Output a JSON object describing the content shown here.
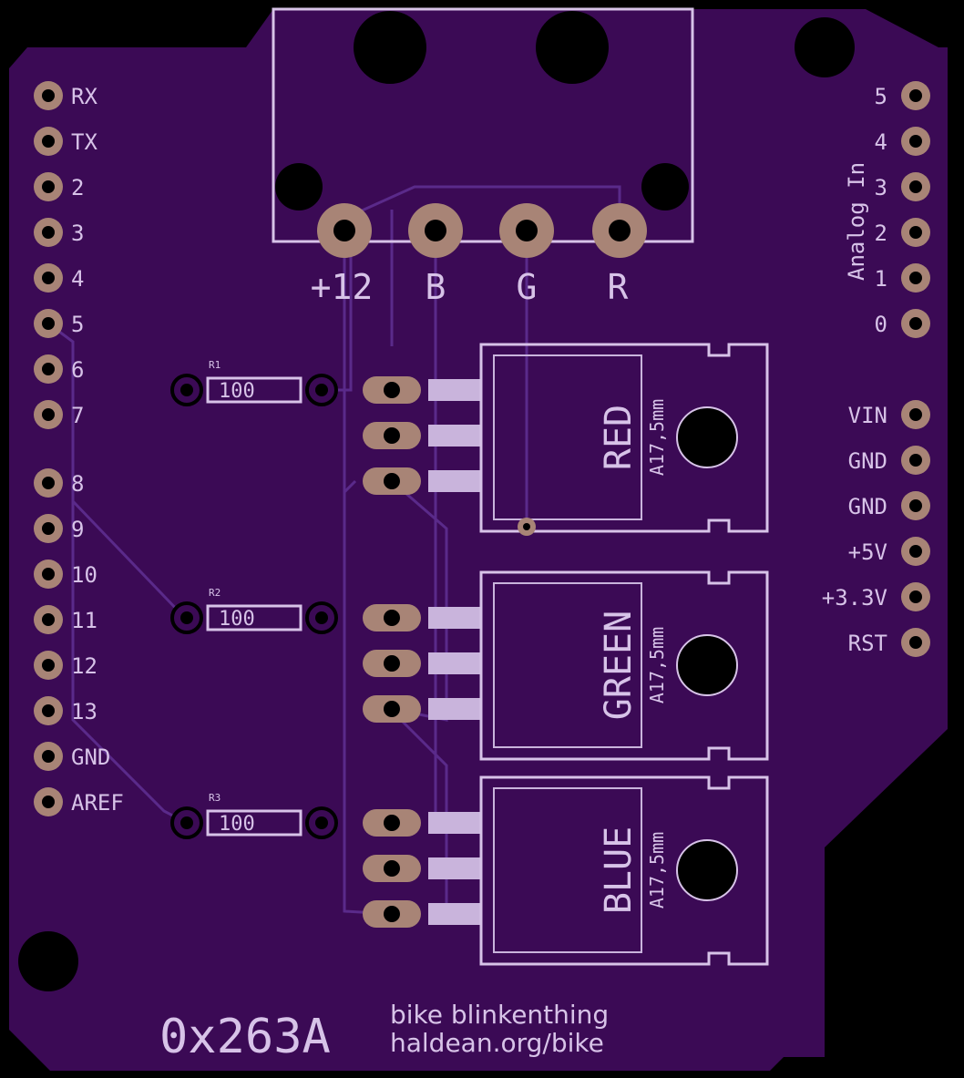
{
  "colors": {
    "board": "#3b0a55",
    "outline": "#000000",
    "silk": "#d7c3e8",
    "copper": "#a88476",
    "trace": "#5a2a8a"
  },
  "left_header": [
    "RX",
    "TX",
    "2",
    "3",
    "4",
    "5",
    "6",
    "7",
    "8",
    "9",
    "10",
    "11",
    "12",
    "13",
    "GND",
    "AREF"
  ],
  "right_analog": [
    "5",
    "4",
    "3",
    "2",
    "1",
    "0"
  ],
  "analog_caption": "Analog In",
  "right_power": [
    "VIN",
    "GND",
    "GND",
    "+5V",
    "+3.3V",
    "RST"
  ],
  "connector_labels": [
    "+12",
    "B",
    "G",
    "R"
  ],
  "resistors": [
    {
      "ref": "R1",
      "value": "100"
    },
    {
      "ref": "R2",
      "value": "100"
    },
    {
      "ref": "R3",
      "value": "100"
    }
  ],
  "regulators": [
    {
      "label": "RED",
      "package": "A17,5mm"
    },
    {
      "label": "GREEN",
      "package": "A17,5mm"
    },
    {
      "label": "BLUE",
      "package": "A17,5mm"
    }
  ],
  "footer": {
    "code": "0x263A",
    "line1": "bike blinkenthing",
    "line2": "haldean.org/bike"
  }
}
